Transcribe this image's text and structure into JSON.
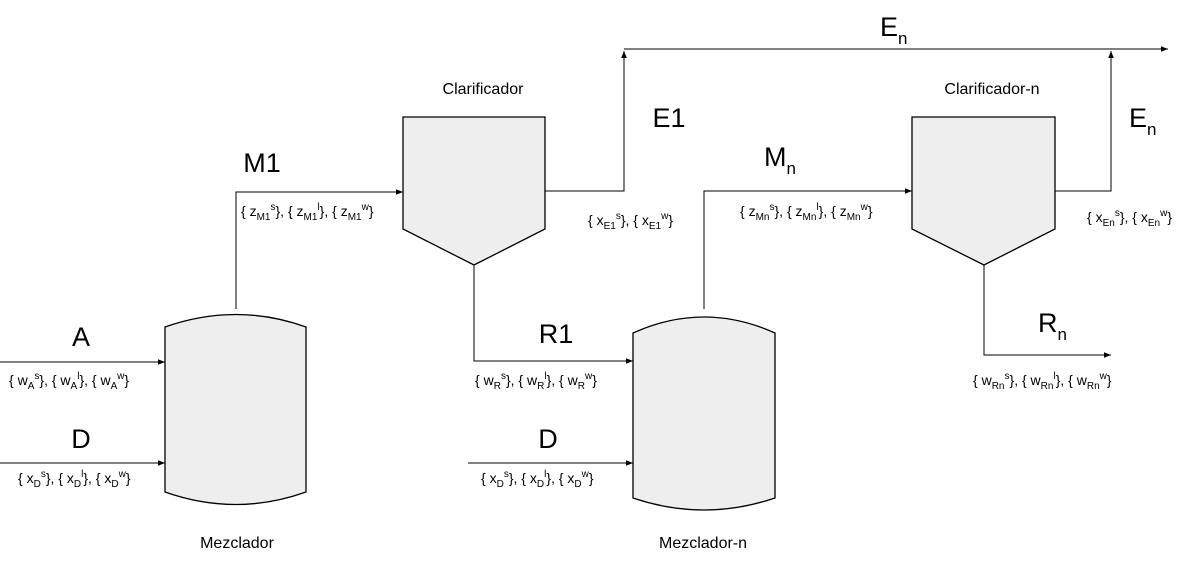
{
  "units": {
    "clarificador": "Clarificador",
    "clarificador_n": "Clarificador-n",
    "mezclador": "Mezclador",
    "mezclador_n": "Mezclador-n"
  },
  "streams": {
    "A": "A",
    "D1": "D",
    "D2": "D",
    "M1": "M1",
    "E1": "E1",
    "R1": "R1",
    "Mn": {
      "main": "M",
      "sub": "n"
    },
    "En_top": {
      "main": "E",
      "sub": "n"
    },
    "En_side": {
      "main": "E",
      "sub": "n"
    },
    "Rn": {
      "main": "R",
      "sub": "n"
    }
  },
  "compositions": {
    "wA": [
      {
        "base": "w",
        "sub": "A",
        "sup": "s"
      },
      {
        "base": "w",
        "sub": "A",
        "sup": "l"
      },
      {
        "base": "w",
        "sub": "A",
        "sup": "w"
      }
    ],
    "xD1": [
      {
        "base": "x",
        "sub": "D",
        "sup": "s"
      },
      {
        "base": "x",
        "sub": "D",
        "sup": "l"
      },
      {
        "base": "x",
        "sub": "D",
        "sup": "w"
      }
    ],
    "zM1": [
      {
        "base": "z",
        "sub": "M1",
        "sup": "s"
      },
      {
        "base": "z",
        "sub": "M1",
        "sup": "l"
      },
      {
        "base": "z",
        "sub": "M1",
        "sup": "w"
      }
    ],
    "xE1": [
      {
        "base": "x",
        "sub": "E1",
        "sup": "s"
      },
      {
        "base": "x",
        "sub": "E1",
        "sup": "w"
      }
    ],
    "wR": [
      {
        "base": "w",
        "sub": "R",
        "sup": "s"
      },
      {
        "base": "w",
        "sub": "R",
        "sup": "l"
      },
      {
        "base": "w",
        "sub": "R",
        "sup": "w"
      }
    ],
    "xD2": [
      {
        "base": "x",
        "sub": "D",
        "sup": "s"
      },
      {
        "base": "x",
        "sub": "D",
        "sup": "l"
      },
      {
        "base": "x",
        "sub": "D",
        "sup": "w"
      }
    ],
    "zMn": [
      {
        "base": "z",
        "sub": "Mn",
        "sup": "s"
      },
      {
        "base": "z",
        "sub": "Mn",
        "sup": "l"
      },
      {
        "base": "z",
        "sub": "Mn",
        "sup": "w"
      }
    ],
    "xEn": [
      {
        "base": "x",
        "sub": "En",
        "sup": "s"
      },
      {
        "base": "x",
        "sub": "En",
        "sup": "w"
      }
    ],
    "wRn": [
      {
        "base": "w",
        "sub": "Rn",
        "sup": "s"
      },
      {
        "base": "w",
        "sub": "Rn",
        "sup": "l"
      },
      {
        "base": "w",
        "sub": "Rn",
        "sup": "w"
      }
    ]
  }
}
